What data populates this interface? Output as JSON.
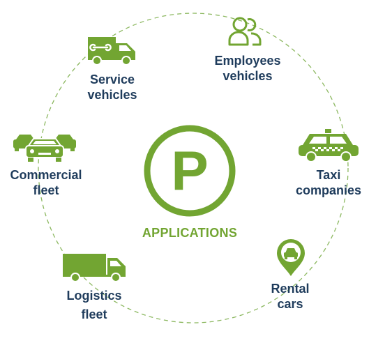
{
  "colors": {
    "accent": "#72a532",
    "text": "#1f3c5c",
    "ring": "#8cb860",
    "background": "#ffffff"
  },
  "center": {
    "symbol": "P",
    "title": "APPLICATIONS",
    "icon": "parking-icon"
  },
  "items": [
    {
      "id": "service",
      "icon": "service-van-icon",
      "lines": [
        "Service",
        "vehicles"
      ]
    },
    {
      "id": "employees",
      "icon": "people-icon",
      "lines": [
        "Employees",
        "vehicles"
      ]
    },
    {
      "id": "taxi",
      "icon": "taxi-icon",
      "lines": [
        "Taxi",
        "companies"
      ]
    },
    {
      "id": "rental",
      "icon": "map-pin-car-icon",
      "lines": [
        "Rental",
        "cars"
      ]
    },
    {
      "id": "logistics",
      "icon": "truck-icon",
      "lines": [
        "Logistics",
        "fleet"
      ]
    },
    {
      "id": "commercial",
      "icon": "car-fleet-icon",
      "lines": [
        "Commercial",
        "fleet"
      ]
    }
  ]
}
